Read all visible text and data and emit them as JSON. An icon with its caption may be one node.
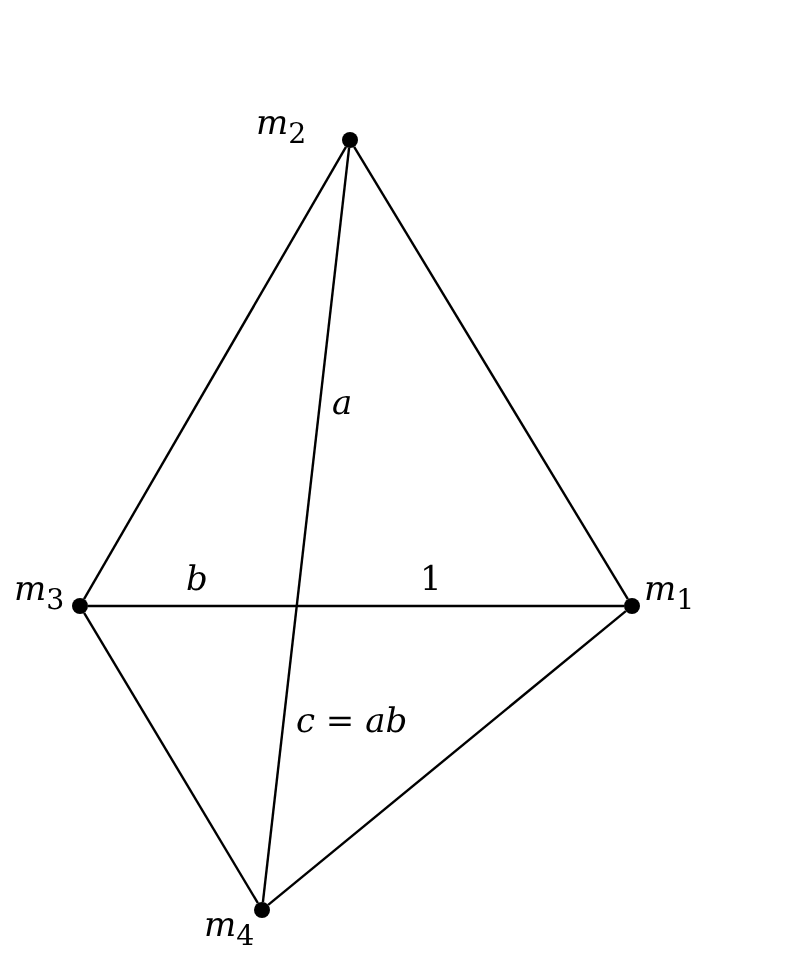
{
  "diagram": {
    "nodes": [
      {
        "text": [],
        "shape": "circle",
        "beside": [
          "*m*$_{2}$"
        ]
      },
      {
        "text": [],
        "shape": "circle",
        "beside": [
          "*m*$_{3}$"
        ]
      },
      {
        "text": [],
        "shape": "circle",
        "beside": [
          "*m*$_{1}$"
        ]
      },
      {
        "text": [],
        "shape": "circle",
        "beside": [
          "*m*$_{4}$"
        ]
      }
    ],
    "edges": [
      {
        "from": 0,
        "to": 1,
        "arrow": "none"
      },
      {
        "from": 0,
        "to": 2,
        "arrow": "none"
      },
      {
        "from": 0,
        "to": 3,
        "arrow": "none"
      },
      {
        "from": 1,
        "to": 2,
        "arrow": "none"
      },
      {
        "from": 1,
        "to": 3,
        "arrow": "none"
      },
      {
        "from": 3,
        "to": 2,
        "arrow": "none"
      }
    ],
    "labels": [
      "*a*",
      "*b*",
      "1",
      "*c* = *ab*"
    ]
  }
}
